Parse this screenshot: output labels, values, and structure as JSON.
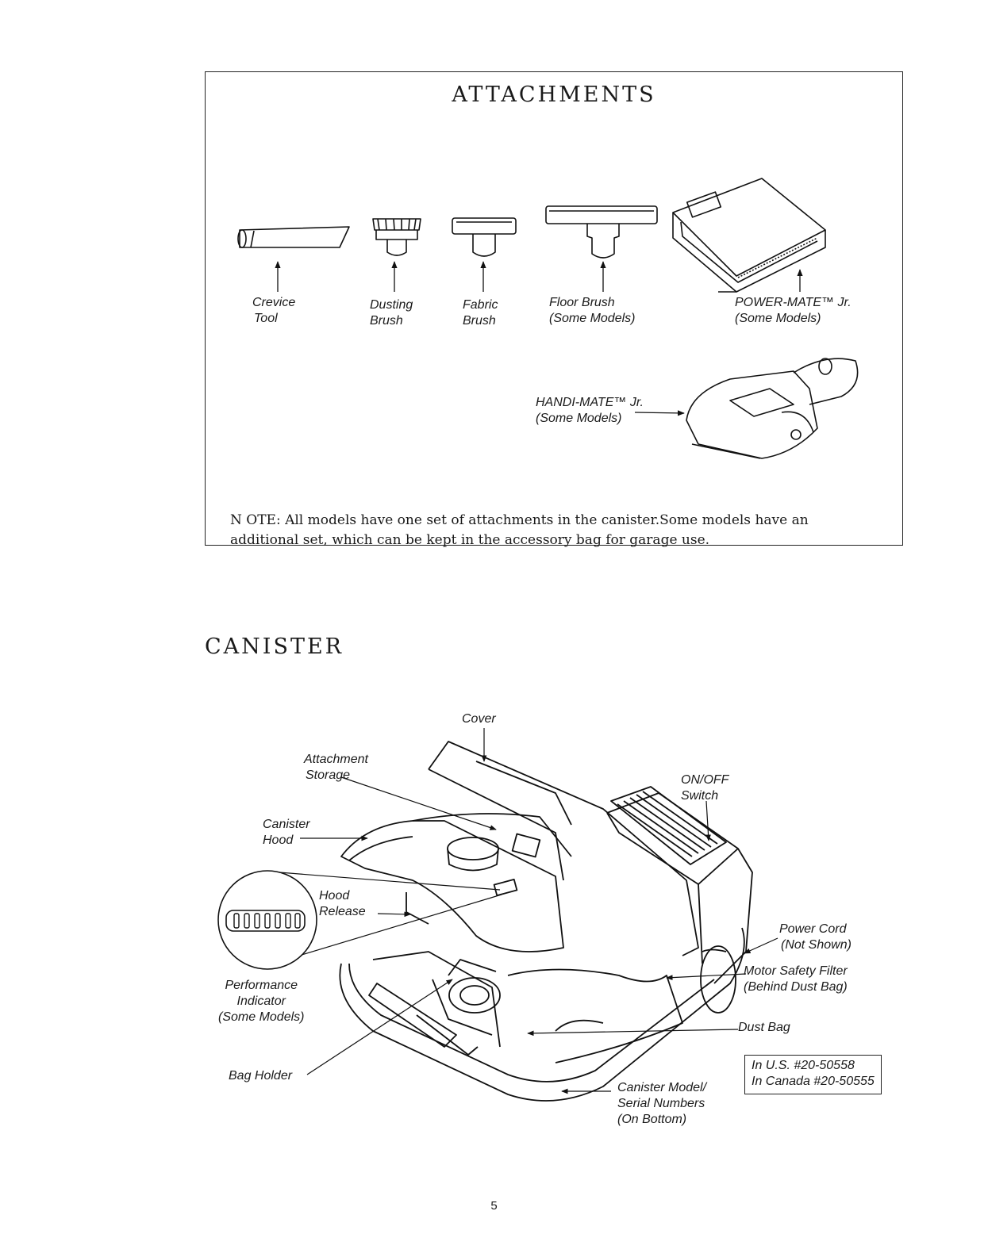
{
  "attachments": {
    "title": "ATTACHMENTS",
    "items": [
      {
        "line1": "Crevice",
        "line2": "Tool"
      },
      {
        "line1": "Dusting",
        "line2": "Brush"
      },
      {
        "line1": "Fabric",
        "line2": "Brush"
      },
      {
        "line1": "Floor Brush",
        "line2": "(Some Models)"
      },
      {
        "line1": "POWER-MATE™ Jr.",
        "line2": "(Some Models)"
      },
      {
        "line1": "HANDI-MATE™ Jr.",
        "line2": "(Some Models)"
      }
    ],
    "note_line1": "N OTE: All models have one set of attachments in the canister.Some models have an",
    "note_line2": "additional set, which can be kept in the accessory bag for garage use."
  },
  "canister": {
    "title": "CANISTER",
    "labels": {
      "cover": "Cover",
      "attachment_storage_1": "Attachment",
      "attachment_storage_2": "Storage",
      "onoff_1": "ON/OFF",
      "onoff_2": "Switch",
      "canister_hood_1": "Canister",
      "canister_hood_2": "Hood",
      "hood_release_1": "Hood",
      "hood_release_2": "Release",
      "power_cord_1": "Power Cord",
      "power_cord_2": "(Not Shown)",
      "motor_filter_1": "Motor Safety Filter",
      "motor_filter_2": "(Behind Dust Bag)",
      "performance_1": "Performance",
      "performance_2": "Indicator",
      "performance_3": "(Some Models)",
      "dust_bag": "Dust Bag",
      "part_us": "In U.S. #20-50558",
      "part_canada": "In Canada #20-50555",
      "bag_holder": "Bag Holder",
      "serial_1": "Canister Model/",
      "serial_2": "Serial Numbers",
      "serial_3": "(On Bottom)"
    }
  },
  "page_number": "5"
}
